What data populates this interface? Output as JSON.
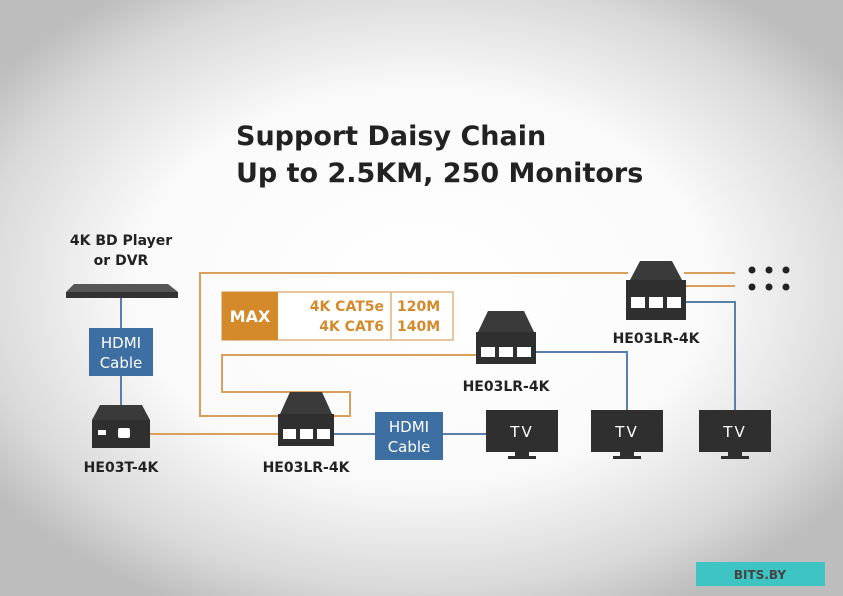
{
  "title": {
    "line1": "Support Daisy Chain",
    "line2": "Up to 2.5KM, 250 Monitors"
  },
  "source": {
    "label_line1": "4K BD Player",
    "label_line2": "or DVR"
  },
  "hdmi_cable_vertical": {
    "line1": "HDMI",
    "line2": "Cable"
  },
  "hdmi_cable_horizontal": {
    "line1": "HDMI",
    "line2": "Cable"
  },
  "transmitter": {
    "label": "HE03T-4K"
  },
  "receivers": [
    {
      "label": "HE03LR-4K"
    },
    {
      "label": "HE03LR-4K"
    },
    {
      "label": "HE03LR-4K"
    }
  ],
  "tvs": [
    {
      "label": "TV"
    },
    {
      "label": "TV"
    },
    {
      "label": "TV"
    }
  ],
  "max_table": {
    "badge": "MAX",
    "rows": [
      {
        "cable": "4K CAT5e",
        "distance": "120M"
      },
      {
        "cable": "4K CAT6",
        "distance": "140M"
      }
    ]
  },
  "watermark": "BITS.BY",
  "colors": {
    "ethernet_line": "#d9a05b",
    "hdmi_line": "#5a7fa8",
    "badge_orange": "#d48a2a",
    "cable_blue": "#3d6fa3",
    "device_dark": "#2f2f2f",
    "watermark_bg": "#3fc4c4"
  }
}
